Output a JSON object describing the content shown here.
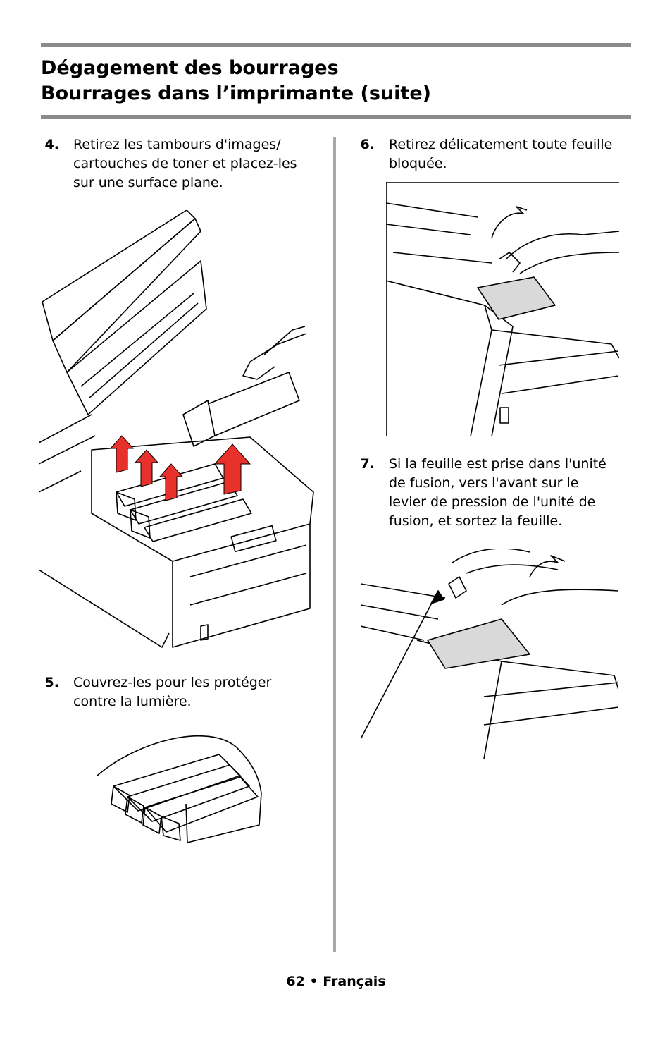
{
  "header": {
    "title_line1": "Dégagement des bourrages",
    "title_line2": "Bourrages dans l’imprimante  (suite)"
  },
  "steps": [
    {
      "number": "4.",
      "lines": [
        "Retirez les tambours d'images/",
        "cartouches de toner et placez-les",
        "sur une surface plane."
      ]
    },
    {
      "number": "5.",
      "lines": [
        "Couvrez-les pour les protéger",
        "contre la lumière."
      ]
    },
    {
      "number": "6.",
      "lines": [
        "Retirez délicatement toute feuille",
        "bloquée."
      ]
    },
    {
      "number": "7.",
      "lines": [
        "Si la feuille est prise dans l'unité",
        "de fusion, vers l'avant sur le",
        "levier de pression de l'unité de",
        "fusion, et sortez la feuille."
      ]
    }
  ],
  "footer": {
    "page_number": "62",
    "bullet": "•",
    "language": "Français"
  },
  "colors": {
    "rule": "#8a8a8a",
    "divider": "#a8a8a8",
    "arrow": "#e8312a"
  }
}
